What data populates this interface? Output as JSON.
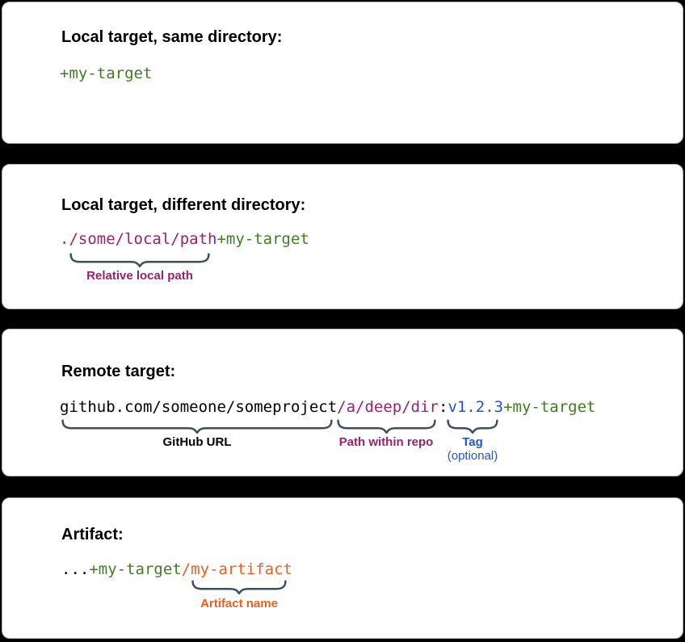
{
  "colors": {
    "black": "#000000",
    "green": "#3f7d20",
    "magenta": "#992270",
    "blue": "#2155cd",
    "orange": "#e8611c",
    "brace": "#3d4e5c"
  },
  "cards": [
    {
      "title": "Local target, same directory:",
      "code": [
        {
          "text": "+my-target",
          "color": "green"
        }
      ],
      "annotations": []
    },
    {
      "title": "Local target, different directory:",
      "code": [
        {
          "text": "./some/local/path",
          "color": "magenta"
        },
        {
          "text": "+my-target",
          "color": "green"
        }
      ],
      "annotations": [
        {
          "label": "Relative local path",
          "color": "magenta"
        }
      ]
    },
    {
      "title": "Remote target:",
      "code": [
        {
          "text": "github.com/someone/someproject",
          "color": "black"
        },
        {
          "text": "/a/deep/dir",
          "color": "magenta"
        },
        {
          "text": ":",
          "color": "black"
        },
        {
          "text": "v1.2.3",
          "color": "blue"
        },
        {
          "text": "+my-target",
          "color": "green"
        }
      ],
      "annotations": [
        {
          "label": "GitHub URL",
          "color": "black"
        },
        {
          "label": "Path within repo",
          "color": "magenta"
        },
        {
          "label": "Tag",
          "color": "blue",
          "sublabel": "(optional)"
        }
      ]
    },
    {
      "title": "Artifact:",
      "code": [
        {
          "text": "...",
          "color": "black"
        },
        {
          "text": "+my-target",
          "color": "green"
        },
        {
          "text": "/my-artifact",
          "color": "orange"
        }
      ],
      "annotations": [
        {
          "label": "Artifact name",
          "color": "orange"
        }
      ]
    }
  ]
}
